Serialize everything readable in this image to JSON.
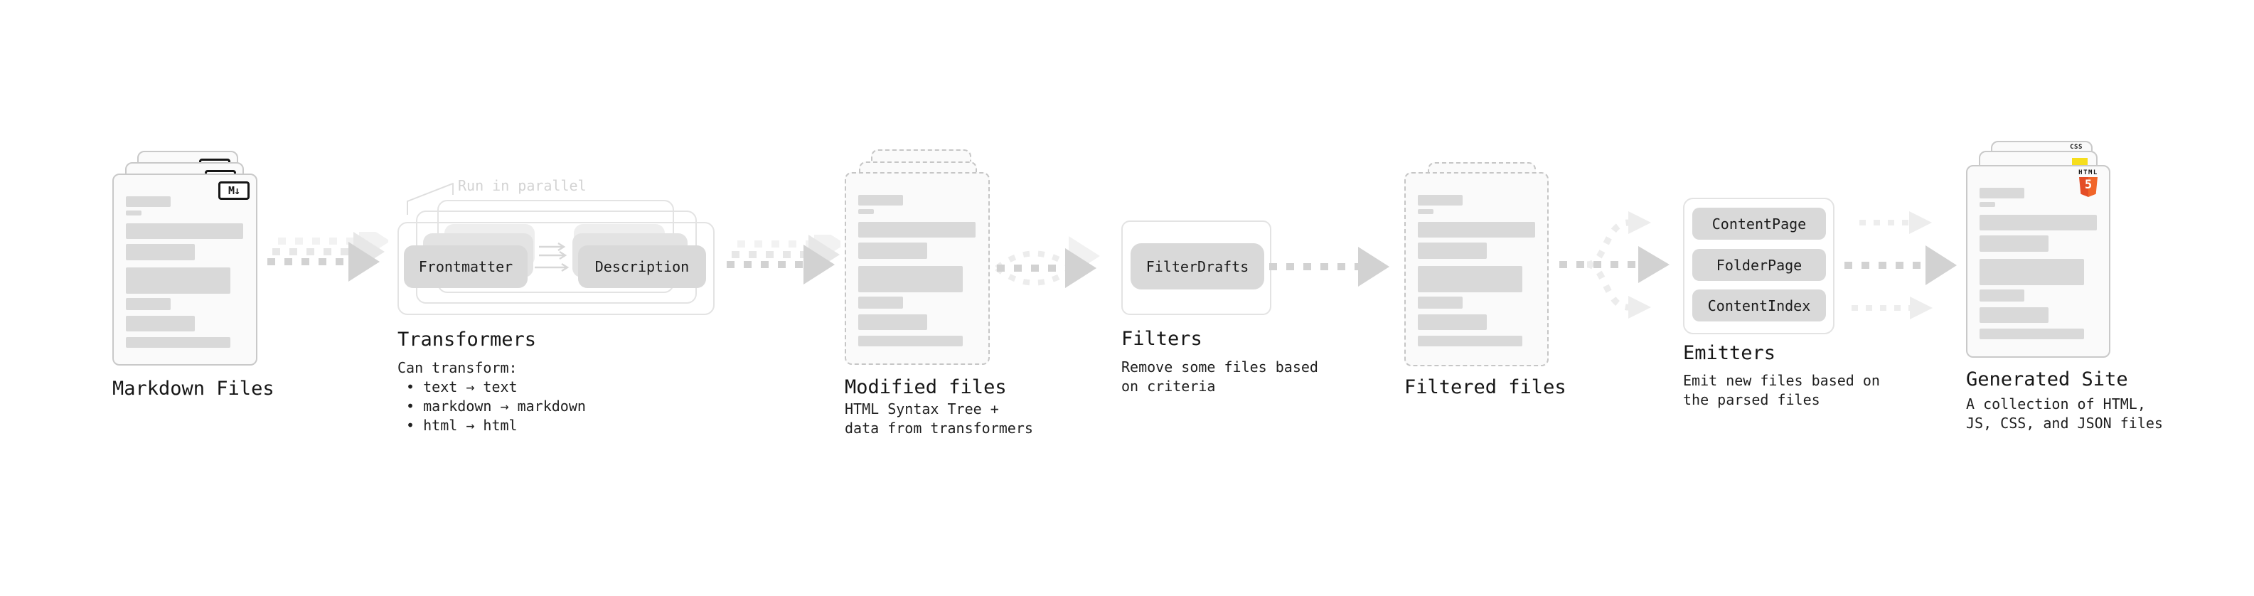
{
  "diagram": {
    "nodes": {
      "markdown_files": {
        "title": "Markdown Files",
        "file_badge": "M↓"
      },
      "transformers": {
        "title": "Transformers",
        "callout": "Run in parallel",
        "boxes": [
          "Frontmatter",
          "Description"
        ],
        "description": "Can transform:\n • text → text\n • markdown → markdown\n • html → html"
      },
      "modified_files": {
        "title": "Modified files",
        "description": "HTML Syntax Tree +\ndata from transformers"
      },
      "filters": {
        "title": "Filters",
        "boxes": [
          "FilterDrafts"
        ],
        "description": "Remove some files based\non criteria"
      },
      "filtered_files": {
        "title": "Filtered files"
      },
      "emitters": {
        "title": "Emitters",
        "boxes": [
          "ContentPage",
          "FolderPage",
          "ContentIndex"
        ],
        "description": "Emit new files based on\nthe parsed files"
      },
      "generated_site": {
        "title": "Generated Site",
        "description": "A collection of HTML,\nJS, CSS, and JSON files",
        "icons": {
          "css_label": "CSS",
          "html_label": "HTML",
          "html_number": "5"
        }
      }
    },
    "colors": {
      "html5_orange": "#e44d26",
      "html5_orange_light": "#f16529",
      "js_yellow": "#f6de1d",
      "css_blue": "#2b63e4",
      "box_gray": "#d9d9d9",
      "card_background": "#fafafa",
      "arrow_gray": "#d2d2d2",
      "arrow_light": "#ededed",
      "text_dark": "#1c1c1c"
    }
  }
}
